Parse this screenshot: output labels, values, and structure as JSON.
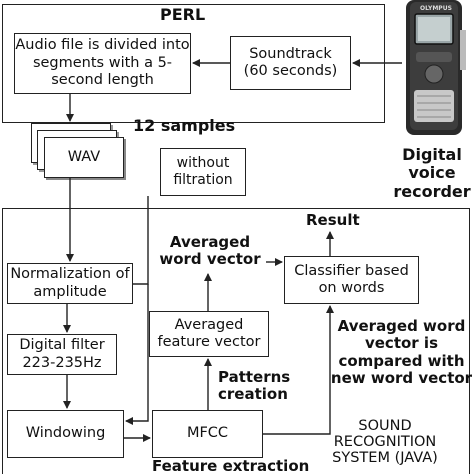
{
  "perl": {
    "title": "PERL",
    "divide_step": "Audio file is divided into segments with a 5-second length",
    "soundtrack": "Soundtrack (60 seconds)"
  },
  "samples_label": "12 samples",
  "wav_label": "WAV",
  "without_filtration": "without filtration",
  "device": {
    "label": "Digital voice recorder",
    "brand": "OLYMPUS"
  },
  "system": {
    "title": "SOUND RECOGNITION SYSTEM (JAVA)",
    "normalization": "Normalization of amplitude",
    "digital_filter": "Digital filter 223-235Hz",
    "windowing": "Windowing",
    "mfcc": "MFCC",
    "feature_extraction": "Feature extraction",
    "averaged_feature_vector": "Averaged feature vector",
    "patterns_creation": "Patterns creation",
    "averaged_word_vector": "Averaged word vector",
    "classifier": "Classifier based on words",
    "result": "Result",
    "comparison": "Averaged word vector is compared with new word vector"
  }
}
